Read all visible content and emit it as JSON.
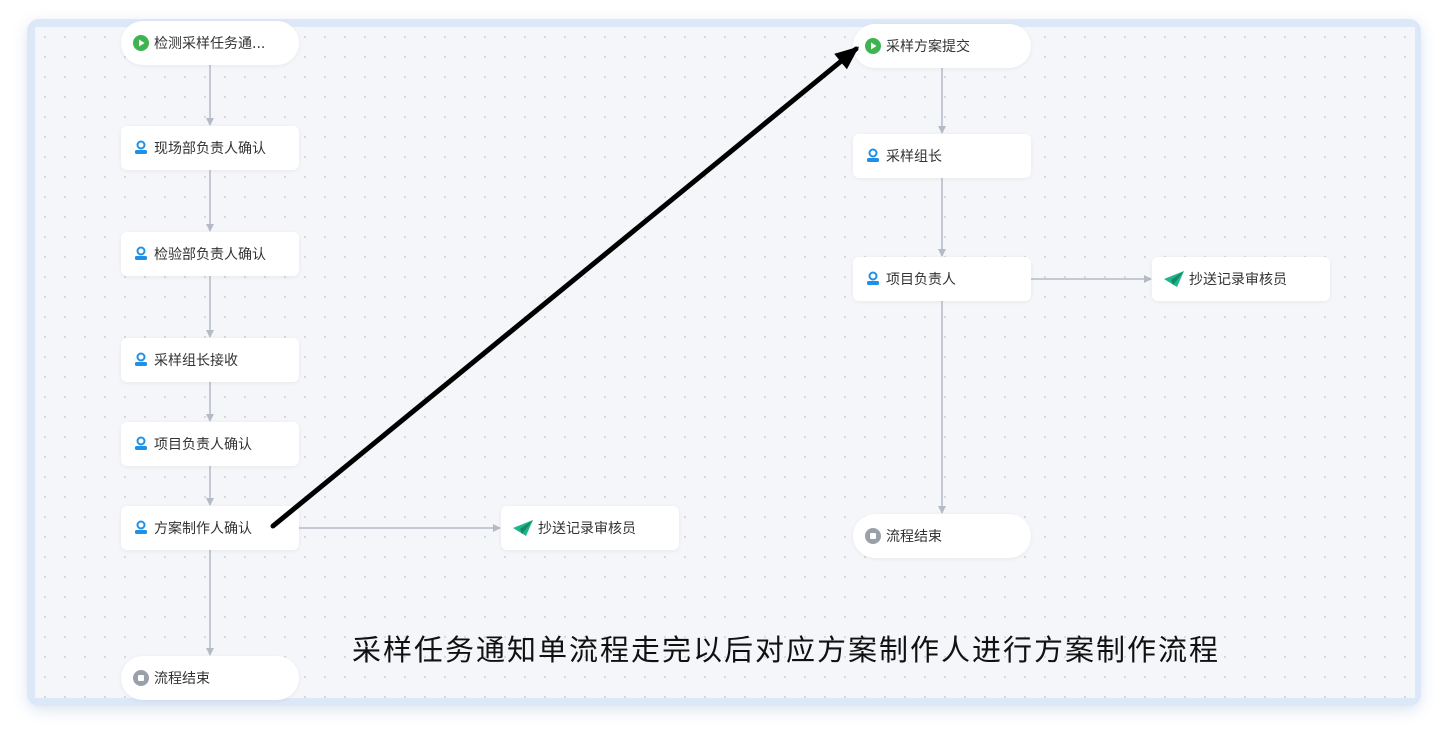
{
  "left_flow": {
    "start": "检测采样任务通...",
    "nodes": [
      "现场部负责人确认",
      "检验部负责人确认",
      "采样组长接收",
      "项目负责人确认",
      "方案制作人确认"
    ],
    "cc": "抄送记录审核员",
    "end": "流程结束"
  },
  "right_flow": {
    "start": "采样方案提交",
    "nodes": [
      "采样组长",
      "项目负责人"
    ],
    "cc": "抄送记录审核员",
    "end": "流程结束"
  },
  "caption": "采样任务通知单流程走完以后对应方案制作人进行方案制作流程",
  "colors": {
    "start": "#3fb34f",
    "user": "#1e90e8",
    "cc": "#20b48a",
    "end": "#9aa0aa",
    "edge": "#b4bac6"
  }
}
